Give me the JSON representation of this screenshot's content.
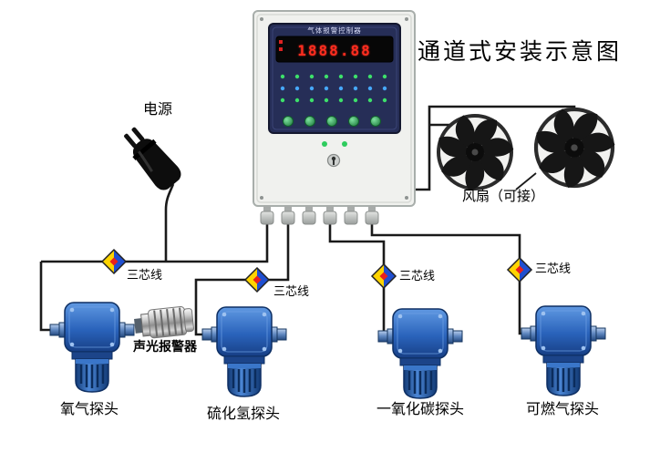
{
  "title": "通道式安装示意图",
  "controller": {
    "panel_title": "气体报警控制器",
    "display_value": "1888.88"
  },
  "labels": {
    "power": "电源",
    "fan": "风扇（可接）",
    "alarm": "声光报警器",
    "wire": "三芯线"
  },
  "detectors": [
    {
      "label": "氧气探头"
    },
    {
      "label": "硫化氢探头"
    },
    {
      "label": "一氧化碳探头"
    },
    {
      "label": "可燃气探头"
    }
  ],
  "colors": {
    "detector_blue": "#2a62b8",
    "wire_black": "#1a1a1a",
    "connector_yellow": "#ffd400",
    "connector_blue": "#1f4fd0",
    "led_red": "#ff2d1f"
  }
}
